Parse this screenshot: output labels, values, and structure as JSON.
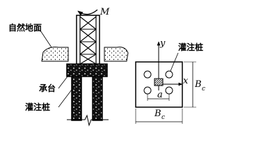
{
  "left_view": {
    "ground_label": "自然地面",
    "cap_label": "承台",
    "pile_label": "灌注桩",
    "moment_label": "M"
  },
  "plan_view": {
    "pile_label": "灌注桩",
    "x_axis": "x",
    "y_axis": "y",
    "spacing": "a",
    "width_main": "B",
    "width_sub": "c",
    "height_main": "B",
    "height_sub": "c"
  }
}
